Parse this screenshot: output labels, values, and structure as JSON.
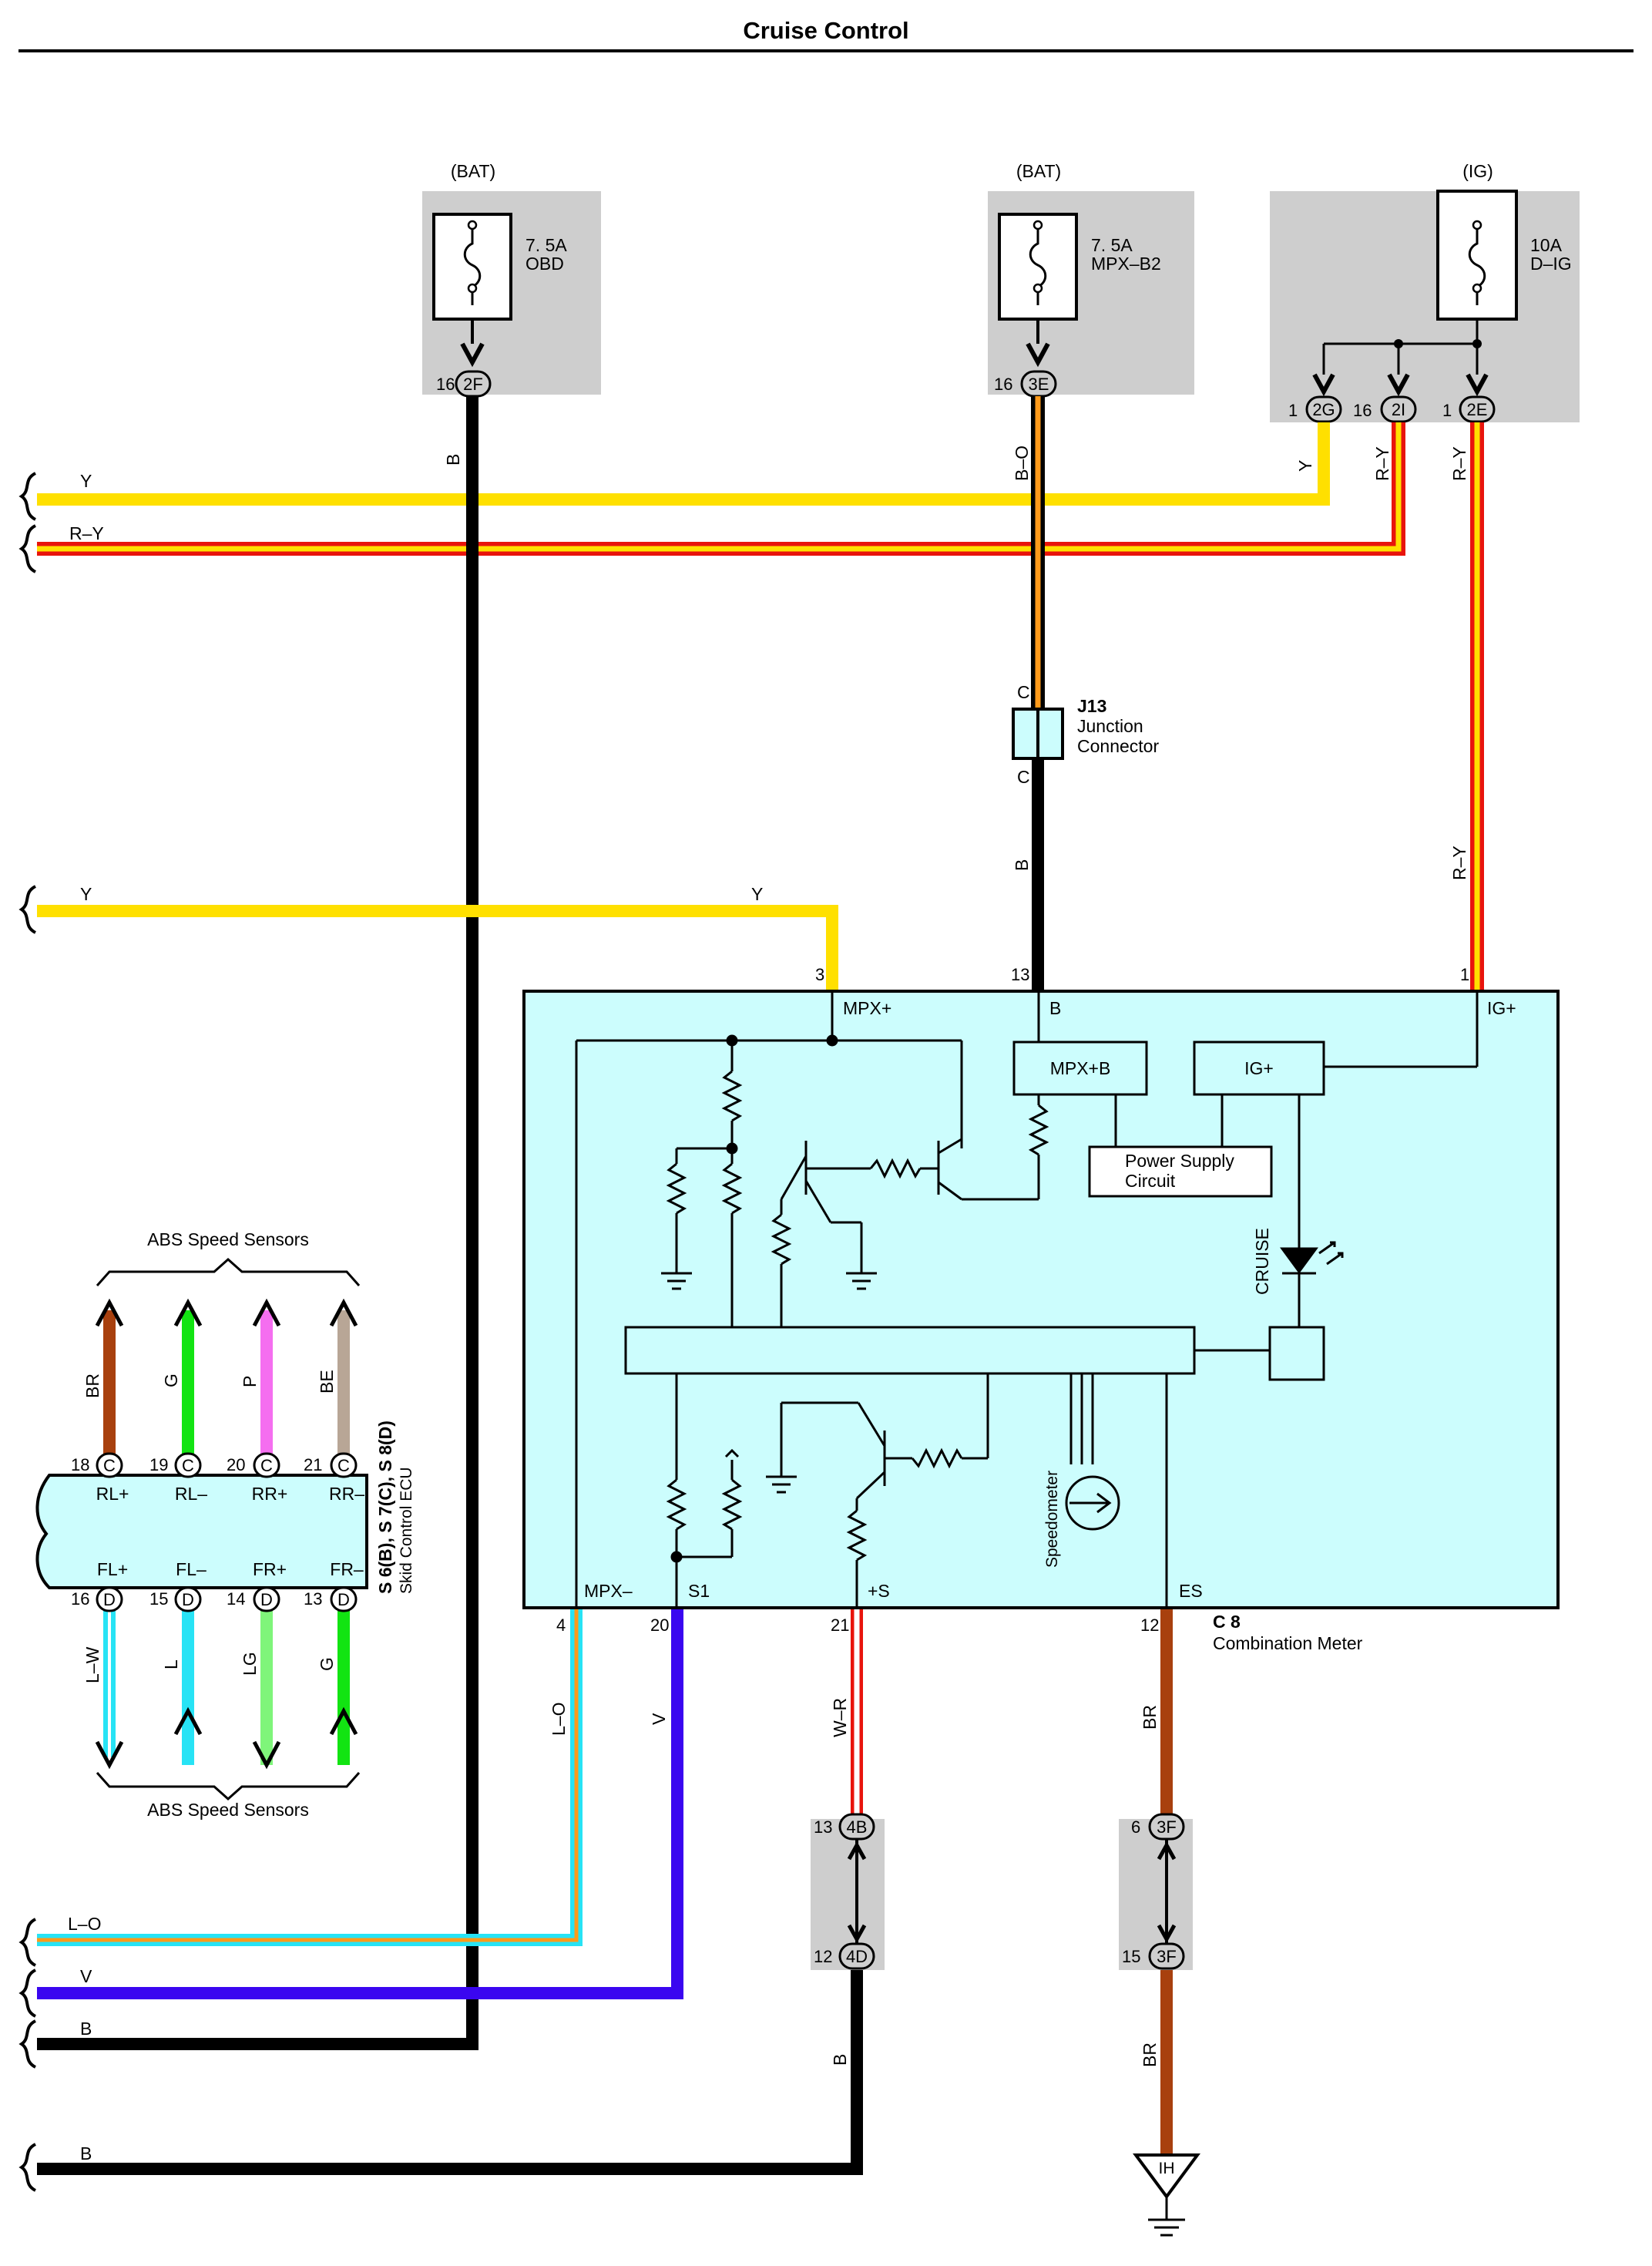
{
  "title": "Cruise Control",
  "colors": {
    "Y": "#ffe000",
    "R": "#e8140c",
    "B": "#000000",
    "O": "#ff9a1a",
    "L": "#27e3f5",
    "V": "#3a06f0",
    "W": "#ffffff",
    "BR": "#a8400e",
    "G": "#12e412",
    "P": "#f56ef0",
    "BE": "#b8a696",
    "LG": "#7ff57a",
    "box": "#ccfdfd",
    "fusebox": "#cecece"
  },
  "fuses": [
    {
      "source": "(BAT)",
      "rating": "7. 5A",
      "name": "OBD",
      "pin": "16",
      "connector": "2F"
    },
    {
      "source": "(BAT)",
      "rating": "7. 5A",
      "name": "MPX–B2",
      "pin": "16",
      "connector": "3E"
    },
    {
      "source": "(IG)",
      "rating": "10A",
      "name": "D–IG"
    }
  ],
  "ig_pins": [
    {
      "pin": "1",
      "connector": "2G"
    },
    {
      "pin": "16",
      "connector": "2I"
    },
    {
      "pin": "1",
      "connector": "2E"
    }
  ],
  "junction": {
    "id": "J13",
    "line1": "Junction",
    "line2": "Connector",
    "top_pin": "C",
    "bottom_pin": "C"
  },
  "meter": {
    "id": "C 8",
    "name": "Combination Meter",
    "terminals": {
      "mpx_plus": "MPX+",
      "b": "B",
      "ig_plus": "IG+",
      "mpx_minus": "MPX–",
      "s1": "S1",
      "plus_s": "+S",
      "es": "ES"
    },
    "blocks": {
      "mpxb": "MPX+B",
      "ig": "IG+",
      "psu_line1": "Power Supply",
      "psu_line2": "Circuit"
    },
    "cruise": "CRUISE",
    "speedometer": "Speedometer",
    "top_pins": {
      "mpx_plus": "3",
      "b": "13",
      "ig_plus": "1"
    },
    "bottom_pins": {
      "mpx_minus": "4",
      "s1": "20",
      "plus_s": "21",
      "es": "12"
    }
  },
  "ecu": {
    "id": "S 6(B), S 7(C), S 8(D)",
    "name": "Skid Control ECU",
    "sensors_label": "ABS Speed Sensors",
    "top_terms": [
      {
        "pin": "18",
        "conn": "C",
        "name": "RL+",
        "wire": "BR"
      },
      {
        "pin": "19",
        "conn": "C",
        "name": "RL–",
        "wire": "G"
      },
      {
        "pin": "20",
        "conn": "C",
        "name": "RR+",
        "wire": "P"
      },
      {
        "pin": "21",
        "conn": "C",
        "name": "RR–",
        "wire": "BE"
      }
    ],
    "bottom_terms": [
      {
        "pin": "16",
        "conn": "D",
        "name": "FL+",
        "wire": "L–W"
      },
      {
        "pin": "15",
        "conn": "D",
        "name": "FL–",
        "wire": "L"
      },
      {
        "pin": "14",
        "conn": "D",
        "name": "FR+",
        "wire": "LG"
      },
      {
        "pin": "13",
        "conn": "D",
        "name": "FR–",
        "wire": "G"
      }
    ]
  },
  "connectors_bottom": [
    {
      "top_pin": "13",
      "top_conn": "4B",
      "bottom_pin": "12",
      "bottom_conn": "4D"
    },
    {
      "top_pin": "6",
      "top_conn": "3F",
      "bottom_pin": "15",
      "bottom_conn": "3F"
    }
  ],
  "ground": "IH",
  "wire_labels": {
    "y": "Y",
    "ry": "R–Y",
    "b": "B",
    "bo": "B–O",
    "lo": "L–O",
    "v": "V",
    "wr": "W–R",
    "br": "BR"
  }
}
